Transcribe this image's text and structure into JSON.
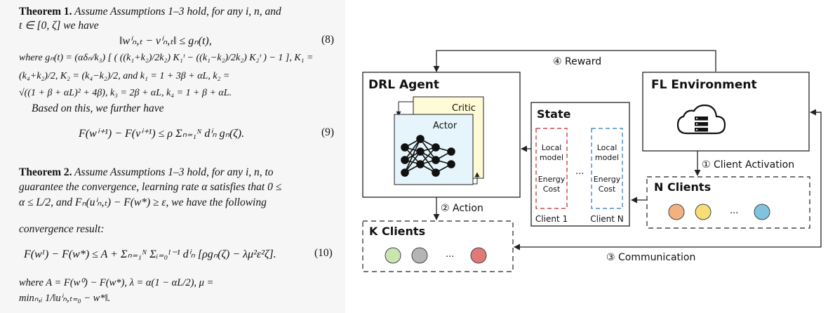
{
  "paper": {
    "thm1_head": "Theorem 1.",
    "thm1_l1": "Assume Assumptions 1–3 hold, for any i, n, and",
    "thm1_l2": "t ∈ [0, ζ] we have",
    "eq8": "‖wⁱₙ,ₜ − vⁱₙ,ₜ‖ ≤ gₙ(t),",
    "eq8_no": "(8)",
    "where1": "where  gₙ(t)  =  (αδₙ/k₃) [ ( ((k₁+k₂)/2k₂) K₁ᵗ − ((k₁−k₂)/2k₂) K₂ᵗ ) − 1 ],  K₁  =",
    "where2": "(k₄+k₂)/2,  K₂  =  (k₄−k₂)/2,  and  k₁  =  1 + 3β + αL,  k₂  =",
    "where3": "√((1 + β + αL)² + 4β),  k₃ = 2β + αL,  k₄ = 1 + β + αL.",
    "based": "Based on this, we further have",
    "eq9": "F(wⁱ⁺¹) − F(vⁱ⁺¹) ≤ ρ Σₙ₌₁ᴺ dⁱₙ gₙ(ζ).",
    "eq9_no": "(9)",
    "thm2_head": "Theorem 2.",
    "thm2_l1": "Assume Assumptions 1–3 hold, for any i, n, to",
    "thm2_l2": "guarantee the convergence, learning rate α satisfies that 0 ≤",
    "thm2_l3": "α ≤ L/2, and Fₙ(uⁱₙ,ₜ) − F(w*) ≥ ε, we have the following",
    "conv": "convergence result:",
    "eq10": "F(wᴵ) − F(w*) ≤ A + Σₙ₌₁ᴺ Σᵢ₌₀ᴵ⁻¹ dⁱₙ [ρgₙ(ζ) − λμ²ε²ζ].",
    "eq10_no": "(10)",
    "where4": "where   A   =   F(w⁰) − F(w*),   λ   =   α(1 − αL/2),  μ  =",
    "where5": "minₙ,ᵢ 1/‖uⁱₙ,ₜ₌₀ − w*‖."
  },
  "diagram": {
    "drl_title": "DRL Agent",
    "critic": "Critic",
    "actor": "Actor",
    "state_title": "State",
    "local_model_1": [
      "Local",
      "model"
    ],
    "energy_cost_1": [
      "Energy",
      "Cost"
    ],
    "local_model_n": [
      "Local",
      "model"
    ],
    "energy_cost_n": [
      "Energy",
      "Cost"
    ],
    "ellipsis": "...",
    "client_1": "Client 1",
    "client_n": "Client N",
    "fl_title": "FL Environment",
    "n_clients": "N Clients",
    "k_clients": "K Clients",
    "reward": "④ Reward",
    "activation": "① Client Activation",
    "action": "② Action",
    "communication": "③ Communication"
  },
  "colors": {
    "red": "#c0262d",
    "blue": "#2a78b7",
    "critic_fill": "#fffbd6",
    "actor_fill": "#e6f5fb",
    "n_client_colors": [
      "#f2b27f",
      "#f8dd76",
      "#7fc3df"
    ],
    "k_client_colors": [
      "#c9e6b0",
      "#b5b5b5",
      "#e07a78"
    ]
  }
}
